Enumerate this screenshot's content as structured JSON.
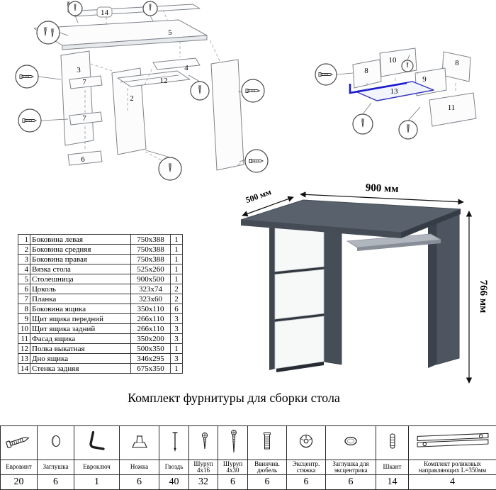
{
  "page": {
    "title": "Комплект фурнитуры для сборки стола"
  },
  "desk": {
    "dim_depth": "500 мм",
    "dim_width": "900 мм",
    "dim_height": "766 мм"
  },
  "exploded_left": {
    "labels": {
      "p14": "14",
      "p5": "5",
      "p3": "3",
      "p7a": "7",
      "p7b": "7",
      "p6": "6",
      "p2": "2",
      "p12": "12",
      "p4": "4"
    }
  },
  "exploded_right": {
    "labels": {
      "p10": "10",
      "p8a": "8",
      "p8b": "8",
      "p9": "9",
      "p13": "13",
      "p11": "11"
    }
  },
  "parts_table": {
    "rows": [
      {
        "num": "1",
        "name": "Боковина левая",
        "size": "750x388",
        "qty": "1"
      },
      {
        "num": "2",
        "name": "Боковина средняя",
        "size": "750x388",
        "qty": "1"
      },
      {
        "num": "3",
        "name": "Боковина правая",
        "size": "750x388",
        "qty": "1"
      },
      {
        "num": "4",
        "name": "Вязка стола",
        "size": "525x260",
        "qty": "1"
      },
      {
        "num": "5",
        "name": "Столешница",
        "size": "900x500",
        "qty": "1"
      },
      {
        "num": "6",
        "name": "Цоколь",
        "size": "323x74",
        "qty": "2"
      },
      {
        "num": "7",
        "name": "Планка",
        "size": "323x60",
        "qty": "2"
      },
      {
        "num": "8",
        "name": "Боковина ящика",
        "size": "350x110",
        "qty": "6"
      },
      {
        "num": "9",
        "name": "Щит ящика передний",
        "size": "266x110",
        "qty": "3"
      },
      {
        "num": "10",
        "name": "Щит ящика задний",
        "size": "266x110",
        "qty": "3"
      },
      {
        "num": "11",
        "name": "Фасад ящика",
        "size": "350x200",
        "qty": "3"
      },
      {
        "num": "12",
        "name": "Полка выкатная",
        "size": "500x350",
        "qty": "1"
      },
      {
        "num": "13",
        "name": "Дно ящика",
        "size": "346x295",
        "qty": "3"
      },
      {
        "num": "14",
        "name": "Стенка задняя",
        "size": "675x350",
        "qty": "1"
      }
    ]
  },
  "hardware_table": {
    "items": [
      {
        "icon": "euroscrew-icon",
        "label": "Евровинт",
        "qty": "20"
      },
      {
        "icon": "cap-icon",
        "label": "Заглушка",
        "qty": "6"
      },
      {
        "icon": "hexkey-icon",
        "label": "Евроключ",
        "qty": "1"
      },
      {
        "icon": "foot-icon",
        "label": "Ножка",
        "qty": "6"
      },
      {
        "icon": "nail-icon",
        "label": "Гвоздь",
        "qty": "40"
      },
      {
        "icon": "screw-short-icon",
        "label": "Шуруп 4х16",
        "qty": "32"
      },
      {
        "icon": "screw-long-icon",
        "label": "Шуруп 4х30",
        "qty": "6"
      },
      {
        "icon": "dowel-screw-icon",
        "label": "Ввинчив. дюбель",
        "qty": "6"
      },
      {
        "icon": "cam-lock-icon",
        "label": "Эксцентр. стяжка",
        "qty": "6"
      },
      {
        "icon": "cam-cap-icon",
        "label": "Заглушка для эксцентрика",
        "qty": "6"
      },
      {
        "icon": "shkant-icon",
        "label": "Шкант",
        "qty": "14"
      },
      {
        "icon": "slide-icon",
        "label": "Комплект роликовых направляющих L=350мм",
        "qty": "4"
      }
    ]
  }
}
